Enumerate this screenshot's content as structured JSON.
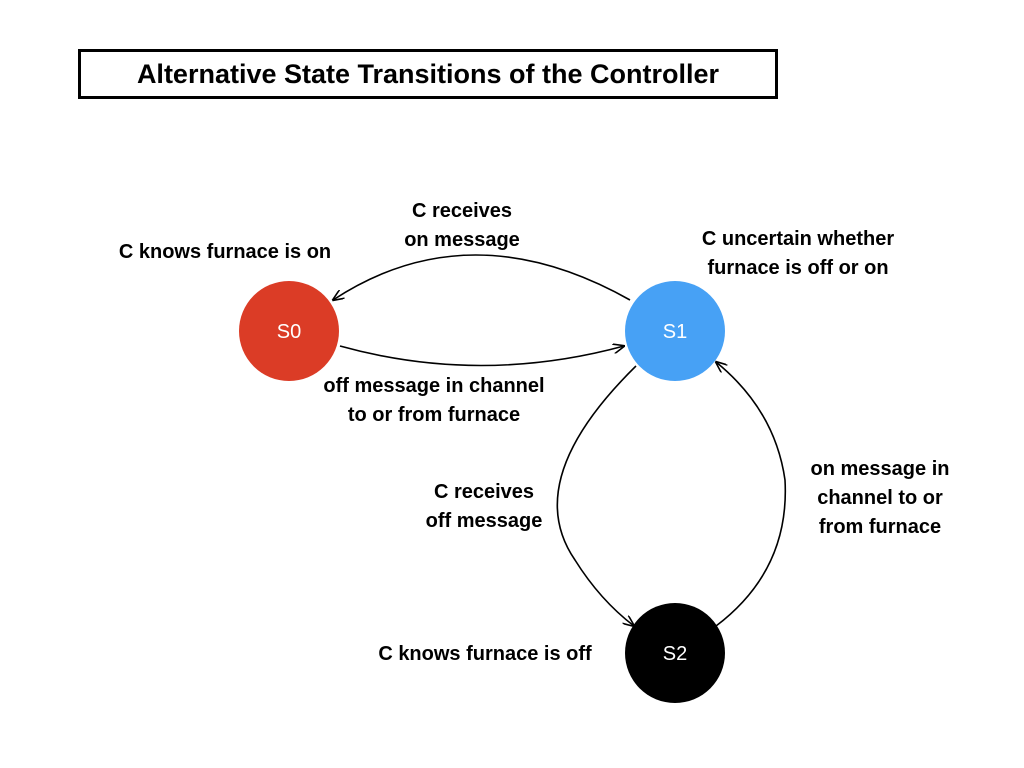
{
  "title": "Alternative State Transitions of the Controller",
  "states": [
    {
      "id": "S0",
      "label": "S0",
      "color": "#db3c26",
      "text_color": "#ffffff",
      "description": [
        "C knows furnace is on"
      ]
    },
    {
      "id": "S1",
      "label": "S1",
      "color": "#47a1f5",
      "text_color": "#ffffff",
      "description": [
        "C uncertain whether",
        "furnace is off or on"
      ]
    },
    {
      "id": "S2",
      "label": "S2",
      "color": "#000000",
      "text_color": "#ffffff",
      "description": [
        "C knows furnace is off"
      ]
    }
  ],
  "transitions": [
    {
      "from": "S1",
      "to": "S0",
      "label": [
        "C receives",
        "on message"
      ]
    },
    {
      "from": "S0",
      "to": "S1",
      "label": [
        "off message in channel",
        "to or from furnace"
      ]
    },
    {
      "from": "S1",
      "to": "S2",
      "label": [
        "C receives",
        "off message"
      ]
    },
    {
      "from": "S2",
      "to": "S1",
      "label": [
        "on message in",
        "channel to or",
        "from furnace"
      ]
    }
  ]
}
